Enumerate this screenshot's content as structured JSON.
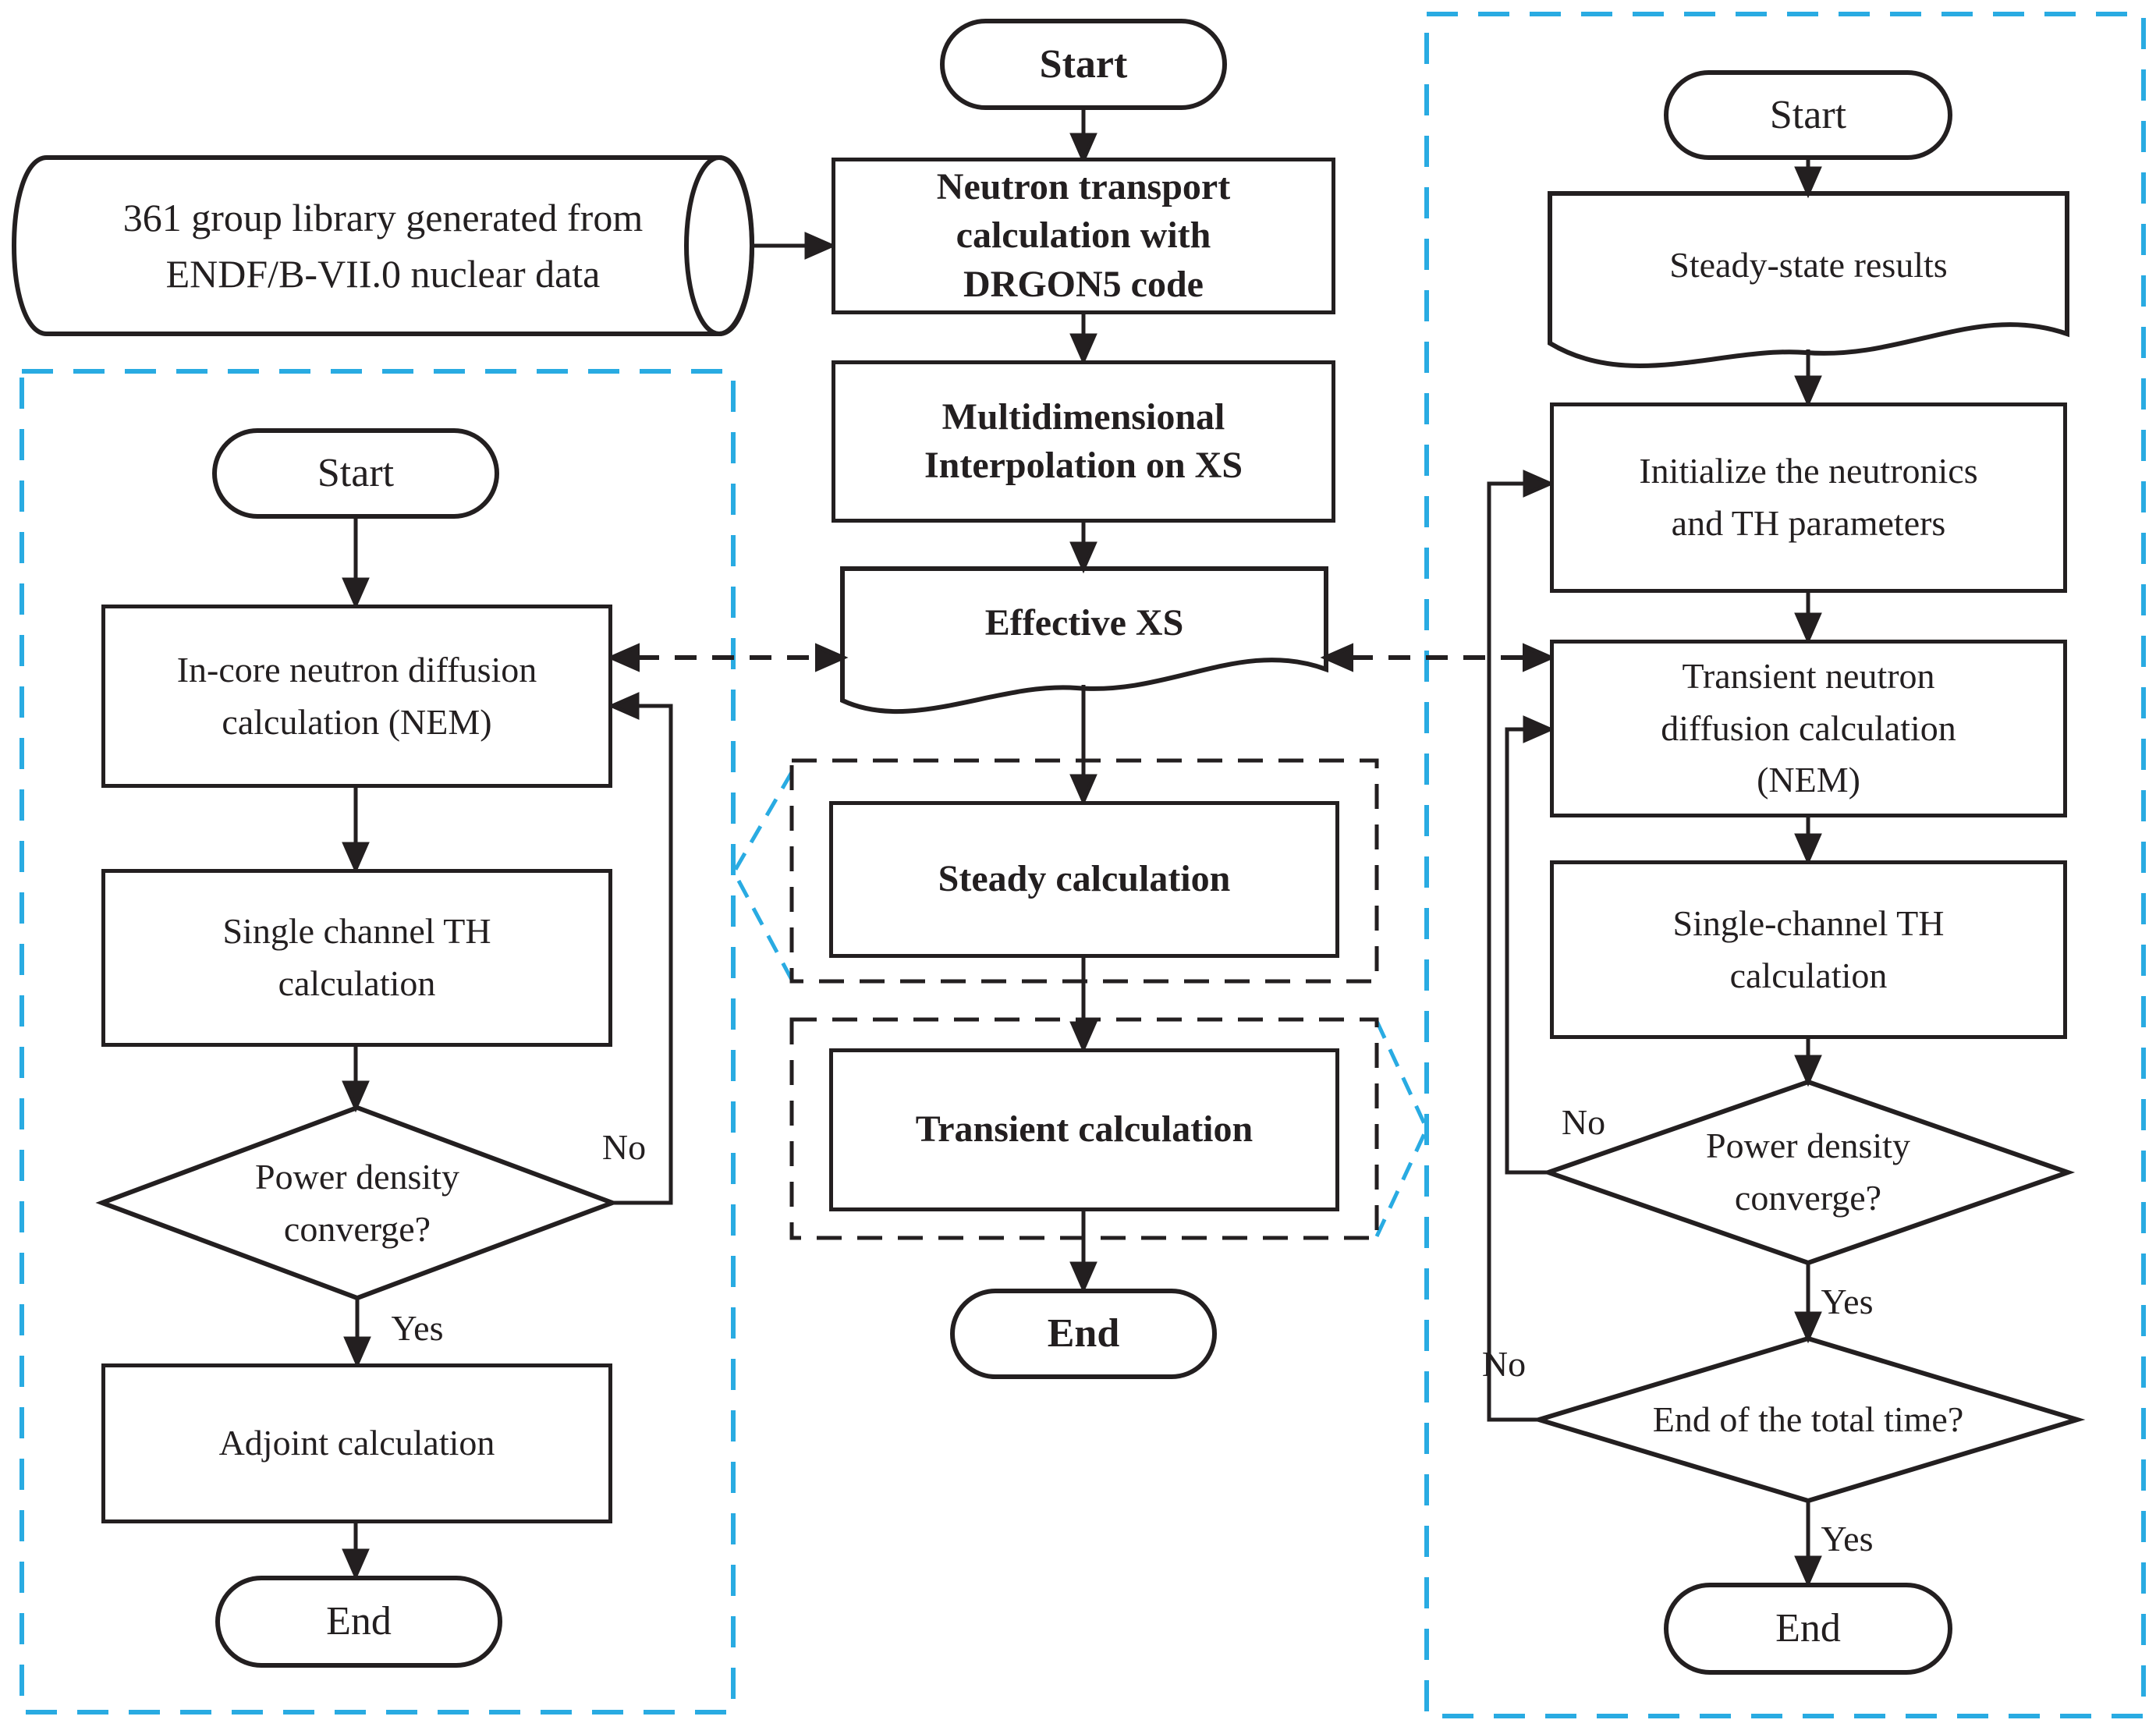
{
  "flowchart": {
    "library_cylinder": "361 group library generated from\nENDF/B-VII.0 nuclear data",
    "center": {
      "start": "Start",
      "neutron_transport": "Neutron transport\ncalculation with\nDRGON5 code",
      "interpolation": "Multidimensional\nInterpolation on XS",
      "effective_xs": "Effective XS",
      "steady_calculation": "Steady calculation",
      "transient_calculation": "Transient calculation",
      "end": "End"
    },
    "steady_branch": {
      "start": "Start",
      "in_core_diffusion": "In-core neutron diffusion\ncalculation (NEM)",
      "single_channel_th": "Single channel TH\ncalculation",
      "power_converge": "Power density\nconverge?",
      "no": "No",
      "yes": "Yes",
      "adjoint": "Adjoint calculation",
      "end": "End"
    },
    "transient_branch": {
      "start": "Start",
      "steady_state_results": "Steady-state results",
      "initialize": "Initialize the neutronics\nand TH parameters",
      "transient_diffusion": "Transient neutron\ndiffusion calculation\n(NEM)",
      "single_channel_th": "Single-channel TH\ncalculation",
      "power_converge": "Power density\nconverge?",
      "no_converge": "No",
      "yes_converge": "Yes",
      "end_of_time": "End of the total time?",
      "no_time": "No",
      "yes_time": "Yes",
      "end": "End"
    },
    "colors": {
      "accent_blue": "#29ABE2",
      "ink": "#231F20"
    }
  }
}
